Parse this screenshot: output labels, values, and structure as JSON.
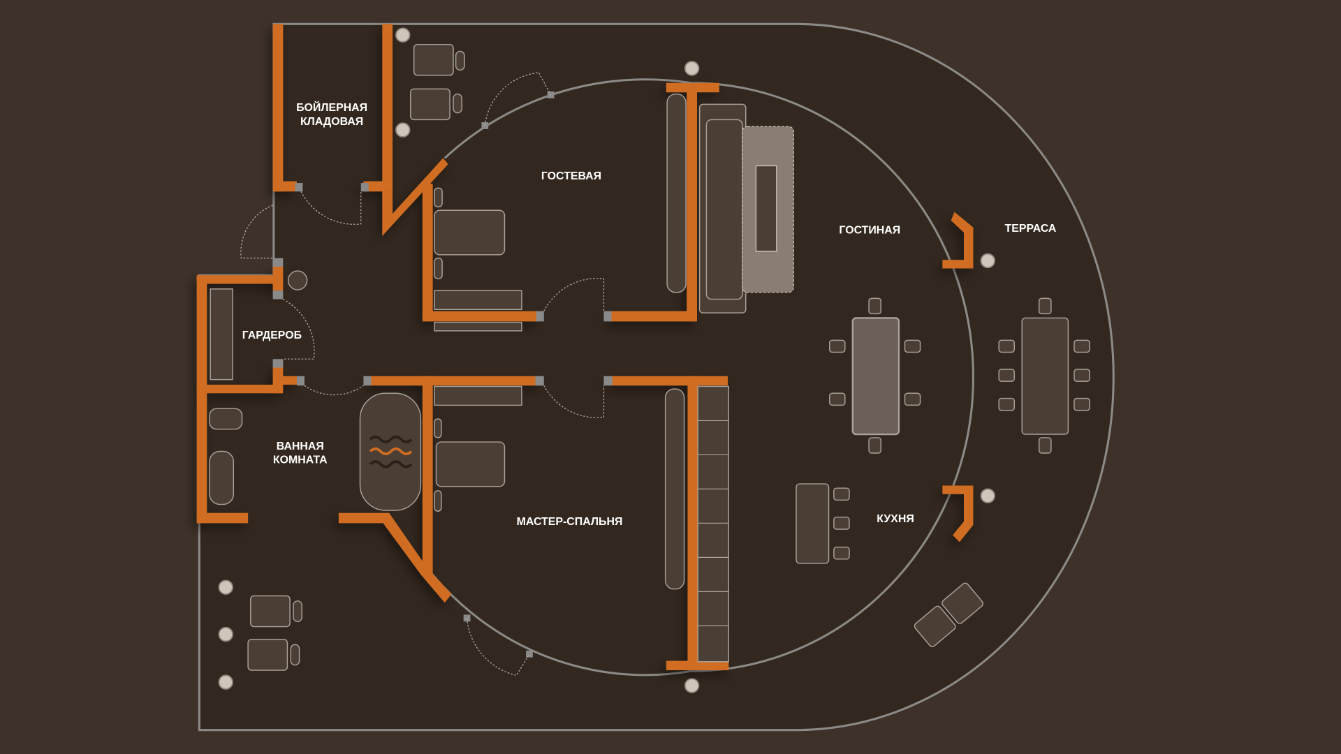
{
  "plan": {
    "rooms": {
      "boiler": [
        "БОЙЛЕРНАЯ",
        "КЛАДОВАЯ"
      ],
      "guest": "ГОСТЕВАЯ",
      "living": "ГОСТИНАЯ",
      "terrace": "ТЕРРАСА",
      "wardrobe": "ГАРДЕРОБ",
      "bathroom": [
        "ВАННАЯ",
        "КОМНАТА"
      ],
      "master": "МАСТЕР-СПАЛЬНЯ",
      "kitchen": "КУХНЯ"
    },
    "colors": {
      "background": "#3d3129",
      "floor": "#33281f",
      "wall": "#d06d22",
      "outline": "#8c8a86"
    }
  }
}
